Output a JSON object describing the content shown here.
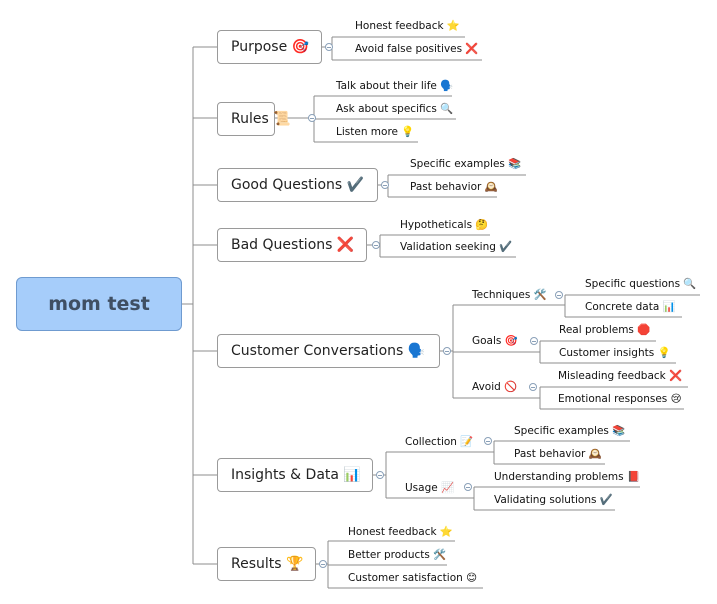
{
  "root": {
    "label": "mom test"
  },
  "branches": {
    "purpose": {
      "label": "Purpose 🎯",
      "children": [
        "Honest feedback ⭐",
        "Avoid false positives ❌"
      ]
    },
    "rules": {
      "label": "Rules 📜",
      "children": [
        "Talk about their life 🗣️",
        "Ask about specifics 🔍",
        "Listen more 💡"
      ]
    },
    "good_questions": {
      "label": "Good Questions ✔️",
      "children": [
        "Specific examples 📚",
        "Past behavior 🕰️"
      ]
    },
    "bad_questions": {
      "label": "Bad Questions ❌",
      "children": [
        "Hypotheticals 🤔",
        "Validation seeking ✔️"
      ]
    },
    "customer_conversations": {
      "label": "Customer Conversations 🗣️",
      "groups": {
        "techniques": {
          "label": "Techniques 🛠️",
          "children": [
            "Specific questions 🔍",
            "Concrete data 📊"
          ]
        },
        "goals": {
          "label": "Goals 🎯",
          "children": [
            "Real problems 🛑",
            "Customer insights 💡"
          ]
        },
        "avoid": {
          "label": "Avoid 🚫",
          "children": [
            "Misleading feedback ❌",
            "Emotional responses 😢"
          ]
        }
      }
    },
    "insights_data": {
      "label": "Insights & Data 📊",
      "groups": {
        "collection": {
          "label": "Collection 📝",
          "children": [
            "Specific examples 📚",
            "Past behavior 🕰️"
          ]
        },
        "usage": {
          "label": "Usage 📈",
          "children": [
            "Understanding problems 📕",
            "Validating solutions ✔️"
          ]
        }
      }
    },
    "results": {
      "label": "Results 🏆",
      "children": [
        "Honest feedback ⭐",
        "Better products 🛠️",
        "Customer satisfaction 😊"
      ]
    }
  },
  "colors": {
    "root_fill": "#a6cdfa",
    "root_border": "#6f9bd0",
    "line": "#8c8c8c"
  }
}
